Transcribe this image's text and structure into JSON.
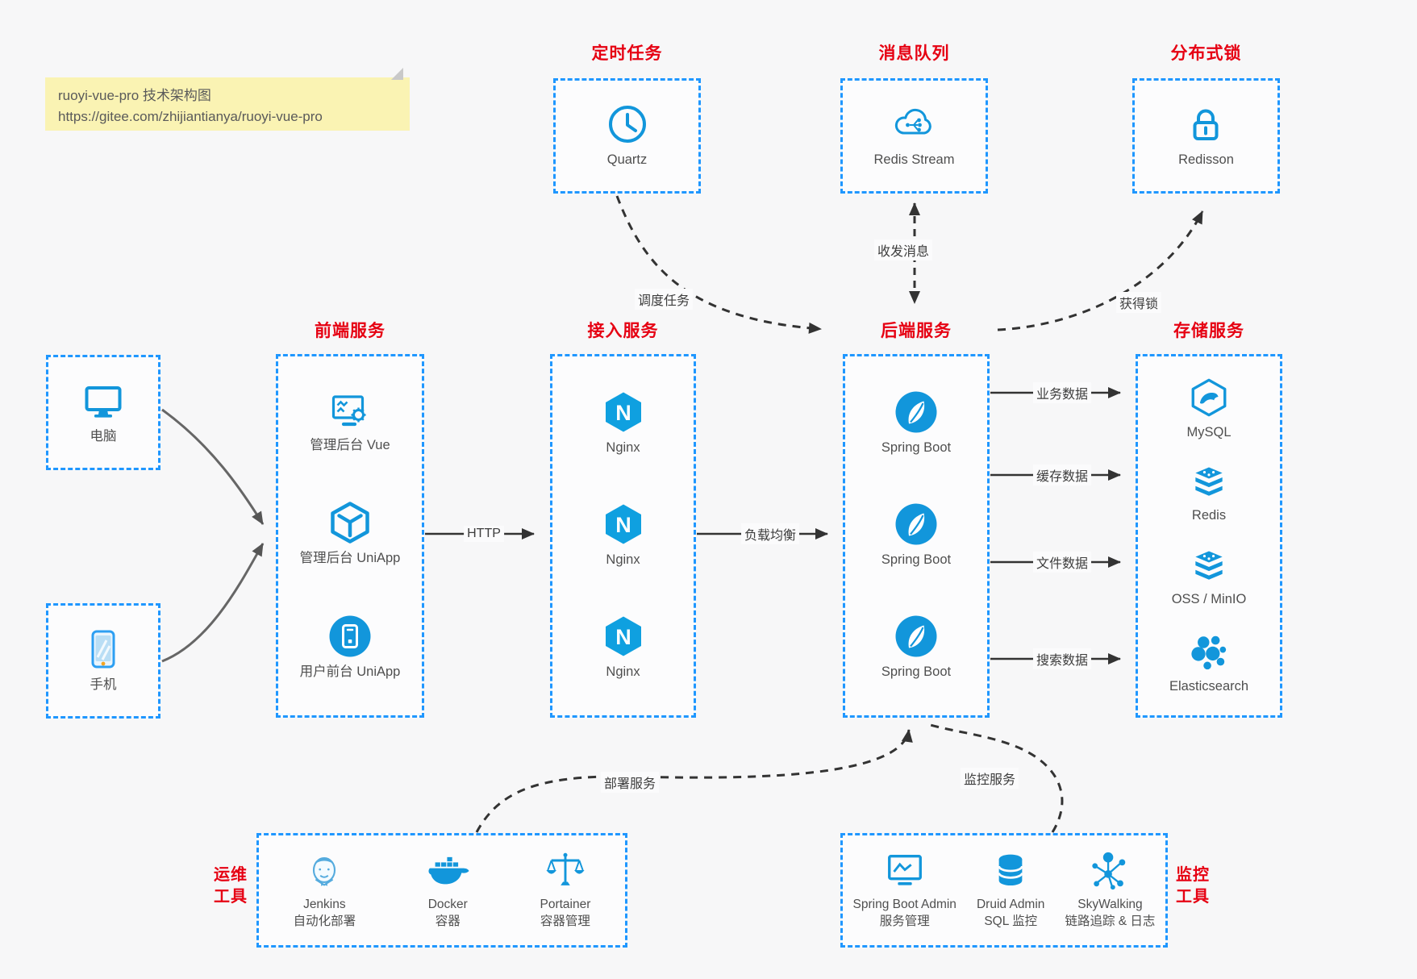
{
  "colors": {
    "accent_blue": "#1296db",
    "border_blue": "#1f97ff",
    "title_red": "#e60012",
    "note_bg": "#faf3b3",
    "arrow_black": "#333333",
    "arrow_gray": "#666666"
  },
  "note": {
    "title": "ruoyi-vue-pro 技术架构图",
    "url": "https://gitee.com/zhijiantianya/ruoyi-vue-pro"
  },
  "top_groups": [
    {
      "title": "定时任务",
      "item": {
        "label": "Quartz",
        "icon": "clock-icon"
      }
    },
    {
      "title": "消息队列",
      "item": {
        "label": "Redis Stream",
        "icon": "cloud-stream-icon"
      }
    },
    {
      "title": "分布式锁",
      "item": {
        "label": "Redisson",
        "icon": "lock-icon"
      }
    }
  ],
  "clients": [
    {
      "label": "电脑",
      "icon": "desktop-icon"
    },
    {
      "label": "手机",
      "icon": "phone-icon"
    }
  ],
  "mid_groups": [
    {
      "title": "前端服务",
      "items": [
        {
          "label": "管理后台 Vue",
          "icon": "admin-vue-icon"
        },
        {
          "label": "管理后台 UniApp",
          "icon": "admin-uniapp-icon"
        },
        {
          "label": "用户前台 UniApp",
          "icon": "user-uniapp-icon"
        }
      ]
    },
    {
      "title": "接入服务",
      "items": [
        {
          "label": "Nginx",
          "icon": "nginx-icon"
        },
        {
          "label": "Nginx",
          "icon": "nginx-icon"
        },
        {
          "label": "Nginx",
          "icon": "nginx-icon"
        }
      ]
    },
    {
      "title": "后端服务",
      "items": [
        {
          "label": "Spring Boot",
          "icon": "spring-boot-icon"
        },
        {
          "label": "Spring Boot",
          "icon": "spring-boot-icon"
        },
        {
          "label": "Spring Boot",
          "icon": "spring-boot-icon"
        }
      ]
    },
    {
      "title": "存储服务",
      "items": [
        {
          "label": "MySQL",
          "icon": "mysql-icon"
        },
        {
          "label": "Redis",
          "icon": "redis-stack-icon"
        },
        {
          "label": "OSS / MinIO",
          "icon": "storage-stack-icon"
        },
        {
          "label": "Elasticsearch",
          "icon": "elasticsearch-icon"
        }
      ]
    }
  ],
  "bottom_groups": [
    {
      "side_label_line1": "运维",
      "side_label_line2": "工具",
      "items": [
        {
          "label": "Jenkins",
          "sublabel": "自动化部署",
          "icon": "jenkins-icon"
        },
        {
          "label": "Docker",
          "sublabel": "容器",
          "icon": "docker-icon"
        },
        {
          "label": "Portainer",
          "sublabel": "容器管理",
          "icon": "portainer-icon"
        }
      ]
    },
    {
      "side_label_line1": "监控",
      "side_label_line2": "工具",
      "items": [
        {
          "label": "Spring Boot Admin",
          "sublabel": "服务管理",
          "icon": "spring-boot-admin-icon"
        },
        {
          "label": "Druid Admin",
          "sublabel": "SQL 监控",
          "icon": "druid-icon"
        },
        {
          "label": "SkyWalking",
          "sublabel": "链路追踪 & 日志",
          "icon": "skywalking-icon"
        }
      ]
    }
  ],
  "edge_labels": {
    "http": "HTTP",
    "load_balance": "负载均衡",
    "business_data": "业务数据",
    "cache_data": "缓存数据",
    "file_data": "文件数据",
    "search_data": "搜索数据",
    "schedule_task": "调度任务",
    "send_receive_message": "收发消息",
    "acquire_lock": "获得锁",
    "deploy_service": "部署服务",
    "monitor_service": "监控服务"
  }
}
